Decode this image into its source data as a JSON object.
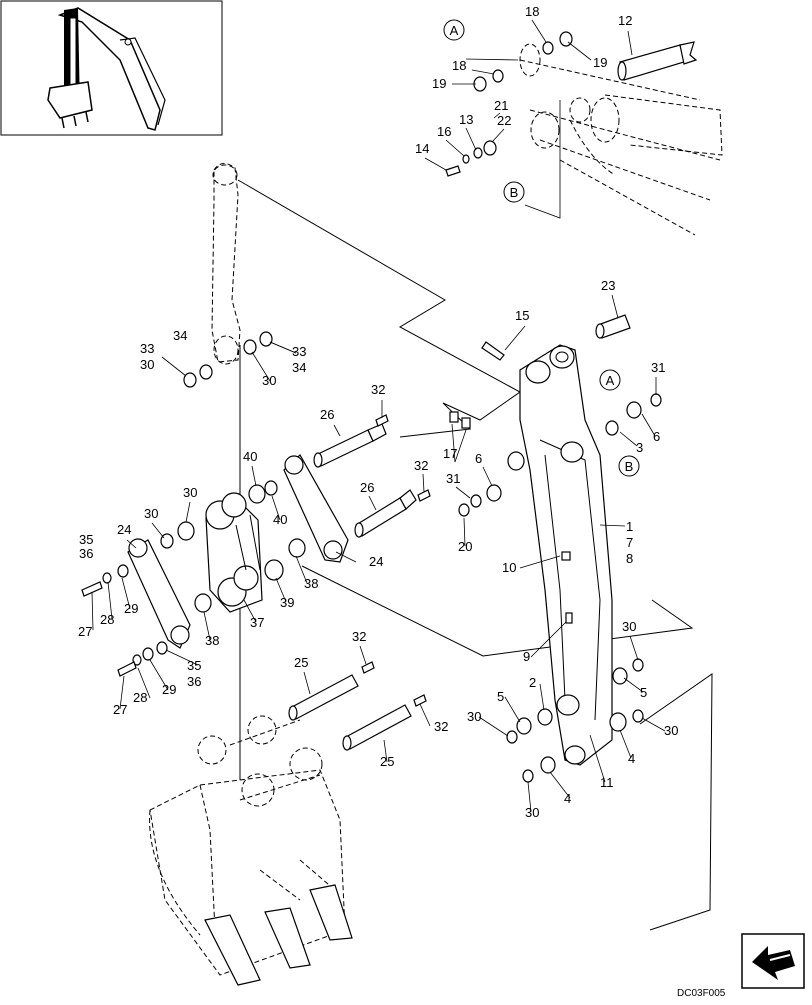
{
  "drawing_code": "DC03F005",
  "callouts": [
    {
      "id": "c1",
      "label": "A"
    },
    {
      "id": "c2",
      "label": "B"
    },
    {
      "id": "c3",
      "label": "A"
    },
    {
      "id": "c4",
      "label": "B"
    }
  ],
  "labels": [
    "18",
    "12",
    "19",
    "18",
    "19",
    "21",
    "22",
    "13",
    "16",
    "14",
    "23",
    "15",
    "31",
    "6",
    "3",
    "1",
    "7",
    "8",
    "17",
    "6",
    "31",
    "20",
    "10",
    "33",
    "34",
    "30",
    "30",
    "33",
    "34",
    "32",
    "26",
    "32",
    "26",
    "40",
    "30",
    "40",
    "30",
    "35",
    "36",
    "24",
    "24",
    "27",
    "28",
    "29",
    "38",
    "39",
    "37",
    "38",
    "9",
    "30",
    "5",
    "2",
    "5",
    "30",
    "4",
    "30",
    "11",
    "4",
    "30",
    "32",
    "25",
    "32",
    "25",
    "35",
    "36",
    "28",
    "29",
    "27"
  ],
  "icons": {
    "thumbnail": "excavator-arm-thumbnail-icon",
    "nav": "page-turn-arrow-icon"
  }
}
